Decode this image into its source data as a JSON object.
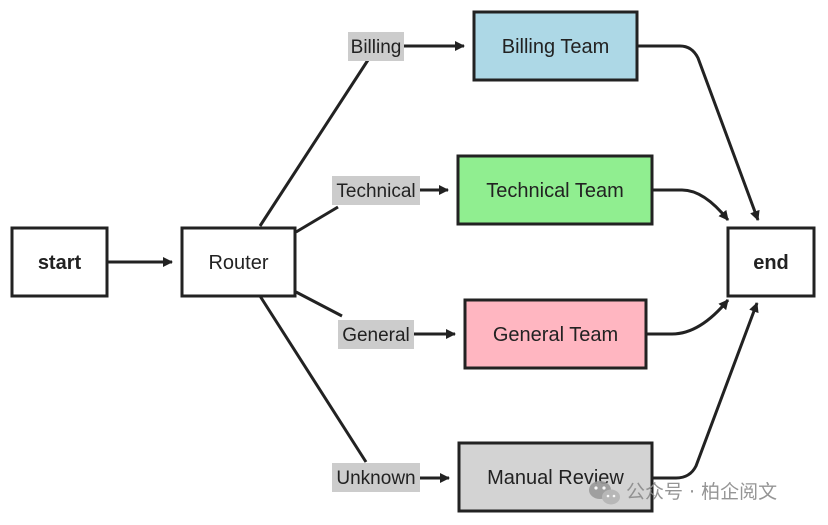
{
  "nodes": {
    "start": {
      "label": "start",
      "fill": "#ffffff"
    },
    "router": {
      "label": "Router",
      "fill": "#ffffff"
    },
    "billing_team": {
      "label": "Billing Team",
      "fill": "#add8e6"
    },
    "technical_team": {
      "label": "Technical Team",
      "fill": "#90ee90"
    },
    "general_team": {
      "label": "General Team",
      "fill": "#ffb6c1"
    },
    "manual_review": {
      "label": "Manual Review",
      "fill": "#d3d3d3"
    },
    "end": {
      "label": "end",
      "fill": "#ffffff"
    }
  },
  "edge_labels": {
    "billing": "Billing",
    "technical": "Technical",
    "general": "General",
    "unknown": "Unknown"
  },
  "colors": {
    "stroke": "#222222",
    "edge_label_bg": "#cccccc"
  },
  "watermark": {
    "text": "公众号 · 柏企阅文",
    "icon": "wechat-icon"
  }
}
